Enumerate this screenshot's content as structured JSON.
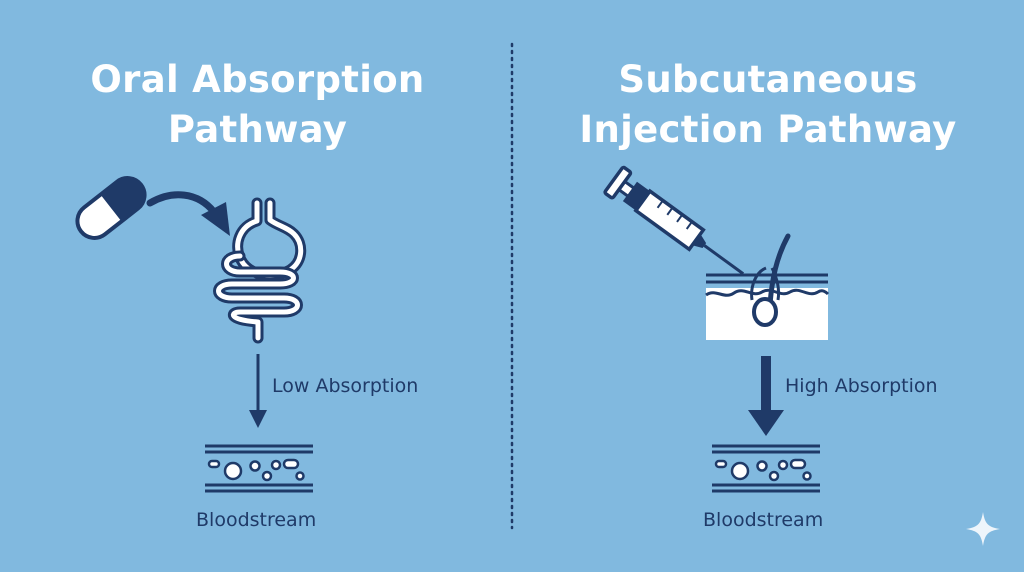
{
  "oral": {
    "title_line1": "Oral Absorption",
    "title_line2": "Pathway",
    "absorption_label": "Low Absorption",
    "destination_label": "Bloodstream"
  },
  "subcutaneous": {
    "title_line1": "Subcutaneous",
    "title_line2": "Injection Pathway",
    "absorption_label": "High Absorption",
    "destination_label": "Bloodstream"
  },
  "icons": {
    "oral": [
      "capsule-icon",
      "curved-arrow-icon",
      "digestive-system-icon",
      "thin-down-arrow-icon",
      "blood-vessel-icon"
    ],
    "subcutaneous": [
      "syringe-icon",
      "skin-layer-icon",
      "thick-down-arrow-icon",
      "blood-vessel-icon"
    ],
    "corner": "sparkle-icon"
  },
  "colors": {
    "background": "#81b9df",
    "ink": "#1f3a68",
    "white": "#ffffff"
  }
}
